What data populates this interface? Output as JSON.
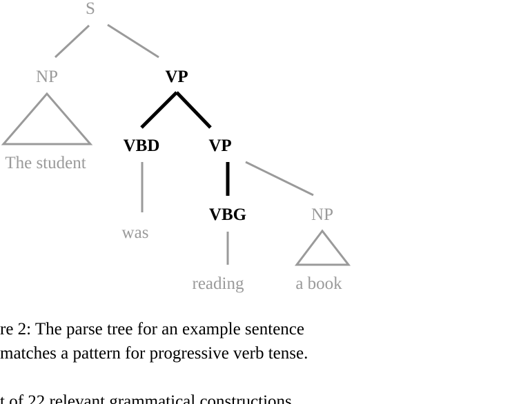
{
  "tree": {
    "nodes": {
      "s": "S",
      "np1": "NP",
      "vp1": "VP",
      "vbd": "VBD",
      "vp2": "VP",
      "vbg": "VBG",
      "np2": "NP"
    },
    "leaves": {
      "np1": "The student",
      "vbd": "was",
      "vbg": "reading",
      "np2": "a book"
    },
    "highlighted": [
      "vp1",
      "vbd",
      "vp2",
      "vbg"
    ]
  },
  "caption": {
    "line1": "re 2: The parse tree for an example sentence",
    "line2": "matches a pattern for progressive verb tense."
  },
  "body_text_fragment": "t  of  22  relevant  grammatical  constructions"
}
